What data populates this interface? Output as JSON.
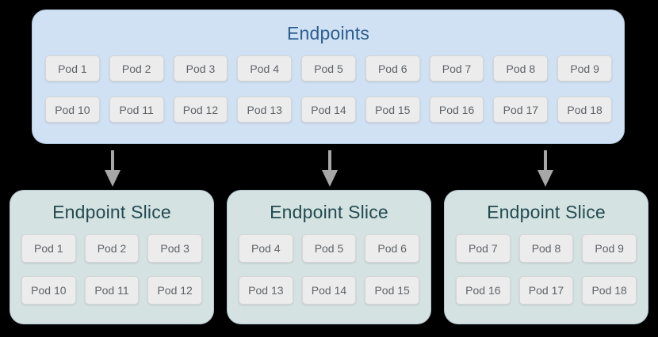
{
  "endpoints": {
    "title": "Endpoints",
    "pods": [
      "Pod 1",
      "Pod 2",
      "Pod 3",
      "Pod 4",
      "Pod 5",
      "Pod 6",
      "Pod 7",
      "Pod 8",
      "Pod 9",
      "Pod 10",
      "Pod 11",
      "Pod 12",
      "Pod 13",
      "Pod 14",
      "Pod 15",
      "Pod 16",
      "Pod 17",
      "Pod 18"
    ]
  },
  "slices": [
    {
      "title": "Endpoint Slice",
      "pods": [
        "Pod 1",
        "Pod 2",
        "Pod 3",
        "Pod 10",
        "Pod 11",
        "Pod 12"
      ]
    },
    {
      "title": "Endpoint Slice",
      "pods": [
        "Pod 4",
        "Pod 5",
        "Pod 6",
        "Pod 13",
        "Pod 14",
        "Pod 15"
      ]
    },
    {
      "title": "Endpoint Slice",
      "pods": [
        "Pod 7",
        "Pod 8",
        "Pod 9",
        "Pod 16",
        "Pod 17",
        "Pod 18"
      ]
    }
  ],
  "colors": {
    "background": "#000000",
    "endpoints_fill": "#cfe1f3",
    "endpoints_title": "#2d5e90",
    "slice_fill": "#d4e2e2",
    "slice_title": "#234b50",
    "pod_fill": "#ececec",
    "pod_border": "#d6d6d6",
    "pod_text": "#5f6368",
    "arrow": "#a7a7a7"
  }
}
